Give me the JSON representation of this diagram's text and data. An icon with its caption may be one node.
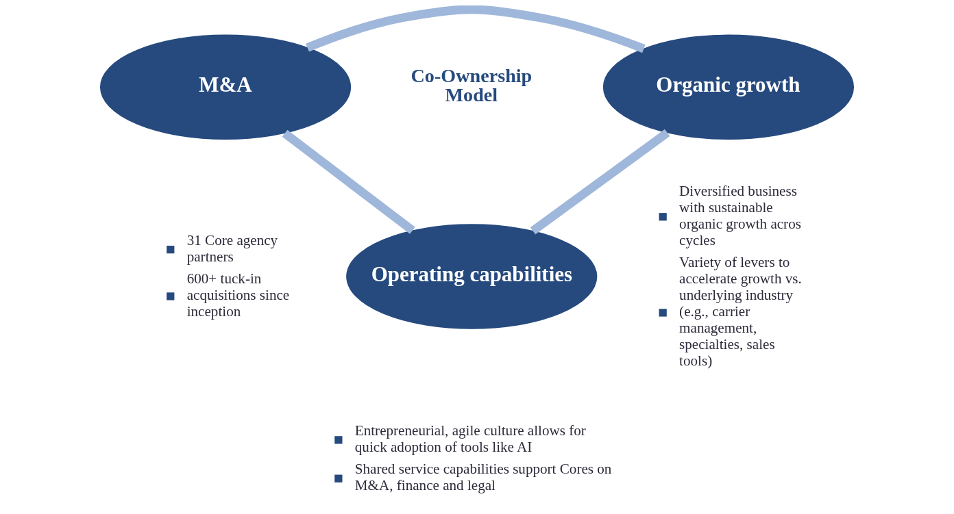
{
  "diagram": {
    "nodes": [
      {
        "text": [
          "M&A"
        ],
        "beside": [
          "31 Core agency partners",
          "600+ tuck-in acquisitions since inception"
        ]
      },
      {
        "text": [
          "Organic growth"
        ],
        "beside": [
          "Diversified business with sustainable organic growth acros cycles",
          "Variety of levers to accelerate growth vs. underlying industry (e.g., carrier management, specialties, sales tools)"
        ]
      },
      {
        "text": [
          "Operating capabilities"
        ],
        "beside": [
          "Entrepreneurial, agile culture allows for quick adoption of tools like AI",
          "Shared service capabilities support Cores on M&A, finance and legal"
        ]
      }
    ],
    "edges": [
      {
        "from": 0,
        "to": 1,
        "arrow": "none"
      },
      {
        "from": 0,
        "to": 2,
        "arrow": "none"
      },
      {
        "from": 1,
        "to": 2,
        "arrow": "none"
      }
    ],
    "labels": [
      "Co-Ownership Model"
    ]
  }
}
